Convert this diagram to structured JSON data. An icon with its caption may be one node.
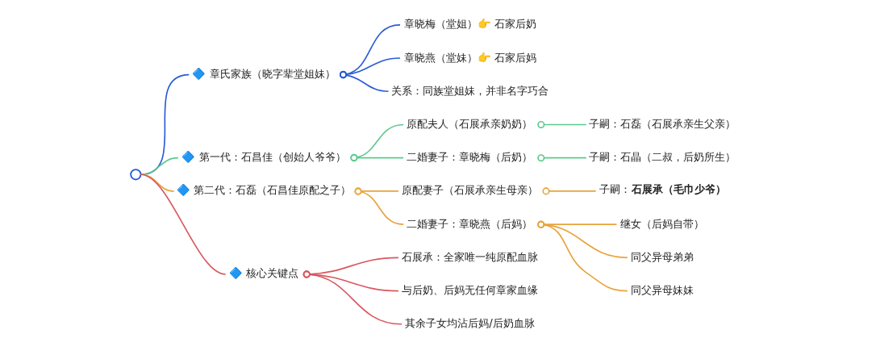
{
  "diagram": {
    "nodes": [
      {
        "text": [],
        "shape": "circle"
      },
      {
        "text": [
          "🔷 章氏家族（晓字辈堂姐妹）"
        ]
      },
      {
        "text": [
          "章晓梅（堂姐）👉 石家后奶"
        ]
      },
      {
        "text": [
          "章晓燕（堂妹）👉 石家后妈"
        ]
      },
      {
        "text": [
          "关系：同族堂姐妹，并非名字巧合"
        ]
      },
      {
        "text": [
          "🔷 第一代：石昌佳（创始人爷爷）"
        ]
      },
      {
        "text": [
          "原配夫人（石展承亲奶奶）"
        ]
      },
      {
        "text": [
          "子嗣：石磊（石展承亲生父亲）"
        ]
      },
      {
        "text": [
          "二婚妻子：章晓梅（后奶）"
        ]
      },
      {
        "text": [
          "子嗣：石晶（二叔，后奶所生）"
        ]
      },
      {
        "text": [
          "🔷 第二代：石磊（石昌佳原配之子）"
        ]
      },
      {
        "text": [
          "原配妻子（石展承亲生母亲）"
        ]
      },
      {
        "text": [
          "子嗣：**石展承（毛巾少爷）**"
        ]
      },
      {
        "text": [
          "二婚妻子：章晓燕（后妈）"
        ]
      },
      {
        "text": [
          "继女（后妈自带）"
        ]
      },
      {
        "text": [
          "同父异母弟弟"
        ]
      },
      {
        "text": [
          "同父异母妹妹"
        ]
      },
      {
        "text": [
          "🔷 核心关键点"
        ]
      },
      {
        "text": [
          "石展承：全家唯一纯原配血脉"
        ]
      },
      {
        "text": [
          "与后奶、后妈无任何章家血缘"
        ]
      },
      {
        "text": [
          "其余子女均沾后妈/后奶血脉"
        ]
      }
    ],
    "edges": [
      {
        "from": 0,
        "to": 1,
        "arrow": "none",
        "color": "#2a5bd7"
      },
      {
        "from": 1,
        "to": 2,
        "arrow": "other",
        "color": "#2a5bd7"
      },
      {
        "from": 1,
        "to": 3,
        "arrow": "other",
        "color": "#2a5bd7"
      },
      {
        "from": 1,
        "to": 4,
        "arrow": "other",
        "color": "#2a5bd7"
      },
      {
        "from": 0,
        "to": 5,
        "arrow": "none",
        "color": "#5cc98e"
      },
      {
        "from": 5,
        "to": 6,
        "arrow": "other",
        "color": "#5cc98e"
      },
      {
        "from": 6,
        "to": 7,
        "arrow": "other",
        "color": "#5cc98e"
      },
      {
        "from": 5,
        "to": 8,
        "arrow": "other",
        "color": "#5cc98e"
      },
      {
        "from": 8,
        "to": 9,
        "arrow": "other",
        "color": "#5cc98e"
      },
      {
        "from": 0,
        "to": 10,
        "arrow": "none",
        "color": "#e8a33a"
      },
      {
        "from": 10,
        "to": 11,
        "arrow": "other",
        "color": "#e8a33a"
      },
      {
        "from": 11,
        "to": 12,
        "arrow": "other",
        "color": "#e8a33a"
      },
      {
        "from": 10,
        "to": 13,
        "arrow": "other",
        "color": "#e8a33a"
      },
      {
        "from": 13,
        "to": 14,
        "arrow": "other",
        "color": "#e8a33a"
      },
      {
        "from": 13,
        "to": 15,
        "arrow": "other",
        "color": "#e8a33a"
      },
      {
        "from": 13,
        "to": 16,
        "arrow": "other",
        "color": "#e8a33a"
      },
      {
        "from": 0,
        "to": 17,
        "arrow": "none",
        "color": "#d9575f"
      },
      {
        "from": 17,
        "to": 18,
        "arrow": "other",
        "color": "#d9575f"
      },
      {
        "from": 17,
        "to": 19,
        "arrow": "other",
        "color": "#d9575f"
      },
      {
        "from": 17,
        "to": 20,
        "arrow": "other",
        "color": "#d9575f"
      }
    ]
  }
}
